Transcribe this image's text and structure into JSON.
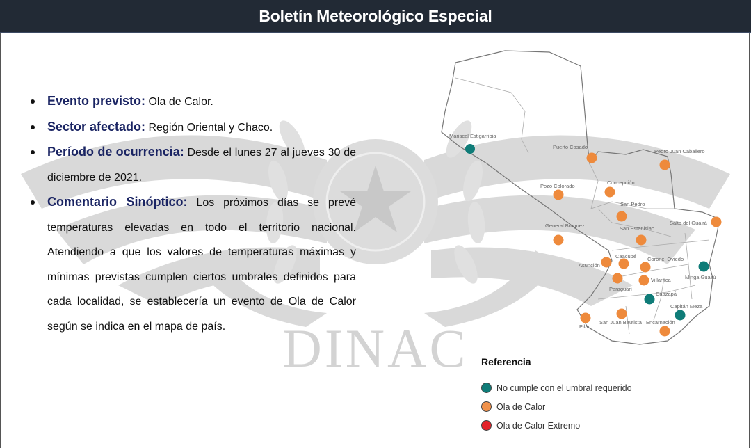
{
  "header": {
    "title": "Boletín Meteorológico Especial"
  },
  "bullets": [
    {
      "label": "Evento previsto:",
      "text": " Ola de Calor."
    },
    {
      "label": "Sector afectado:",
      "text": " Región Oriental y Chaco."
    },
    {
      "label": "Período de ocurrencia:",
      "text": " Desde el lunes 27 al jueves 30 de diciembre de 2021."
    },
    {
      "label": "Comentario Sinóptico:",
      "text": " Los próximos días se prevé temperaturas elevadas en todo el territorio nacional. Atendiendo a que los valores de temperaturas máximas y mínimas previstas cumplen ciertos umbrales definidos para cada localidad, se establecería un evento de Ola de Calor según se indica en el mapa de país."
    }
  ],
  "watermark": {
    "text": "DINAC"
  },
  "colors": {
    "no_cumple": "#0f7c78",
    "ola_calor": "#ee8a3c",
    "ola_extremo": "#e3232a",
    "header_bg": "#222a35",
    "label_blue": "#1a2463"
  },
  "map": {
    "stations": [
      {
        "name": "Mariscal Estigarribia",
        "status": "no_cumple"
      },
      {
        "name": "Puerto Casado",
        "status": "ola_calor"
      },
      {
        "name": "Pedro Juan Caballero",
        "status": "ola_calor"
      },
      {
        "name": "Pozo Colorado",
        "status": "ola_calor"
      },
      {
        "name": "Concepción",
        "status": "ola_calor"
      },
      {
        "name": "San Pedro",
        "status": "ola_calor"
      },
      {
        "name": "Salto del Guairá",
        "status": "ola_calor"
      },
      {
        "name": "General Bruguez",
        "status": "ola_calor"
      },
      {
        "name": "San Estanislao",
        "status": "ola_calor"
      },
      {
        "name": "Asunción",
        "status": "ola_calor"
      },
      {
        "name": "Caacupé",
        "status": "ola_calor"
      },
      {
        "name": "Coronel Oviedo",
        "status": "ola_calor"
      },
      {
        "name": "Minga Guazú",
        "status": "no_cumple"
      },
      {
        "name": "Paraguarí",
        "status": "ola_calor"
      },
      {
        "name": "Villarrica",
        "status": "ola_calor"
      },
      {
        "name": "Caazapá",
        "status": "no_cumple"
      },
      {
        "name": "Capitán Meza",
        "status": "no_cumple"
      },
      {
        "name": "Pilar",
        "status": "ola_calor"
      },
      {
        "name": "San Juan Bautista",
        "status": "ola_calor"
      },
      {
        "name": "Encarnación",
        "status": "ola_calor"
      }
    ]
  },
  "legend": {
    "title": "Referencia",
    "items": [
      {
        "label": "No cumple con el umbral requerido",
        "color": "#0f7c78"
      },
      {
        "label": "Ola de Calor",
        "color": "#ee8a3c"
      },
      {
        "label": "Ola de Calor Extremo",
        "color": "#e3232a"
      }
    ]
  }
}
